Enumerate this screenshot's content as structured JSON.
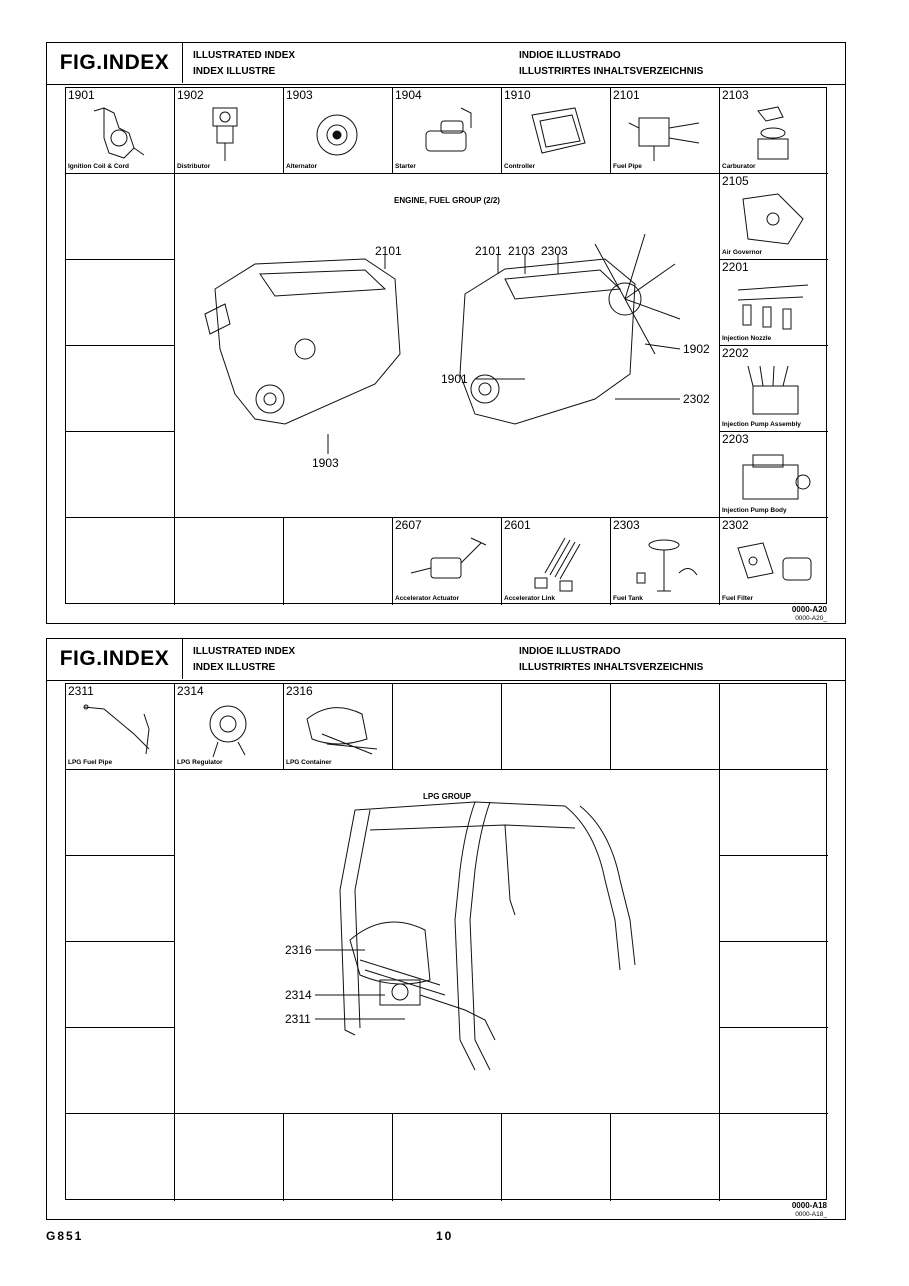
{
  "header": {
    "fig_index": "FIG.INDEX",
    "line1_left": "ILLUSTRATED INDEX",
    "line2_left": "INDEX ILLUSTRE",
    "line1_right": "INDIOE ILLUSTRADO",
    "line2_right": "ILLUSTRIRTES INHALTSVERZEICHNIS"
  },
  "sheet1": {
    "main_title": "ENGINE, FUEL GROUP (2/2)",
    "top_row": [
      {
        "num": "1901",
        "name": "Ignition Coil & Cord"
      },
      {
        "num": "1902",
        "name": "Distributor"
      },
      {
        "num": "1903",
        "name": "Alternator"
      },
      {
        "num": "1904",
        "name": "Starter"
      },
      {
        "num": "1910",
        "name": "Controller"
      },
      {
        "num": "2101",
        "name": "Fuel Pipe"
      },
      {
        "num": "2103",
        "name": "Carburator"
      }
    ],
    "right_col": [
      {
        "num": "2105",
        "name": "Air Governor"
      },
      {
        "num": "2201",
        "name": "Injection Nozzle"
      },
      {
        "num": "2202",
        "name": "Injection Pump Assembly"
      },
      {
        "num": "2203",
        "name": "Injection Pump Body"
      }
    ],
    "bottom_row": [
      {
        "num": "",
        "name": ""
      },
      {
        "num": "",
        "name": ""
      },
      {
        "num": "",
        "name": ""
      },
      {
        "num": "2607",
        "name": "Accelerator Actuator"
      },
      {
        "num": "2601",
        "name": "Accelerator Link"
      },
      {
        "num": "2303",
        "name": "Fuel Tank"
      },
      {
        "num": "2302",
        "name": "Fuel Filter"
      }
    ],
    "callouts": {
      "c2101a": "2101",
      "c1903": "1903",
      "c2101b": "2101",
      "c2103": "2103",
      "c2303": "2303",
      "c1902": "1902",
      "c1901": "1901",
      "c2302": "2302"
    },
    "code_big": "0000-A20",
    "code_small": "0000-A20_"
  },
  "sheet2": {
    "main_title": "LPG GROUP",
    "top_row": [
      {
        "num": "2311",
        "name": "LPG Fuel Pipe"
      },
      {
        "num": "2314",
        "name": "LPG Regulator"
      },
      {
        "num": "2316",
        "name": "LPG Container"
      },
      {
        "num": "",
        "name": ""
      },
      {
        "num": "",
        "name": ""
      },
      {
        "num": "",
        "name": ""
      },
      {
        "num": "",
        "name": ""
      }
    ],
    "callouts": {
      "c2316": "2316",
      "c2314": "2314",
      "c2311": "2311"
    },
    "code_big": "0000-A18",
    "code_small": "0000-A18_"
  },
  "footer": {
    "model": "G851",
    "page": "10"
  }
}
